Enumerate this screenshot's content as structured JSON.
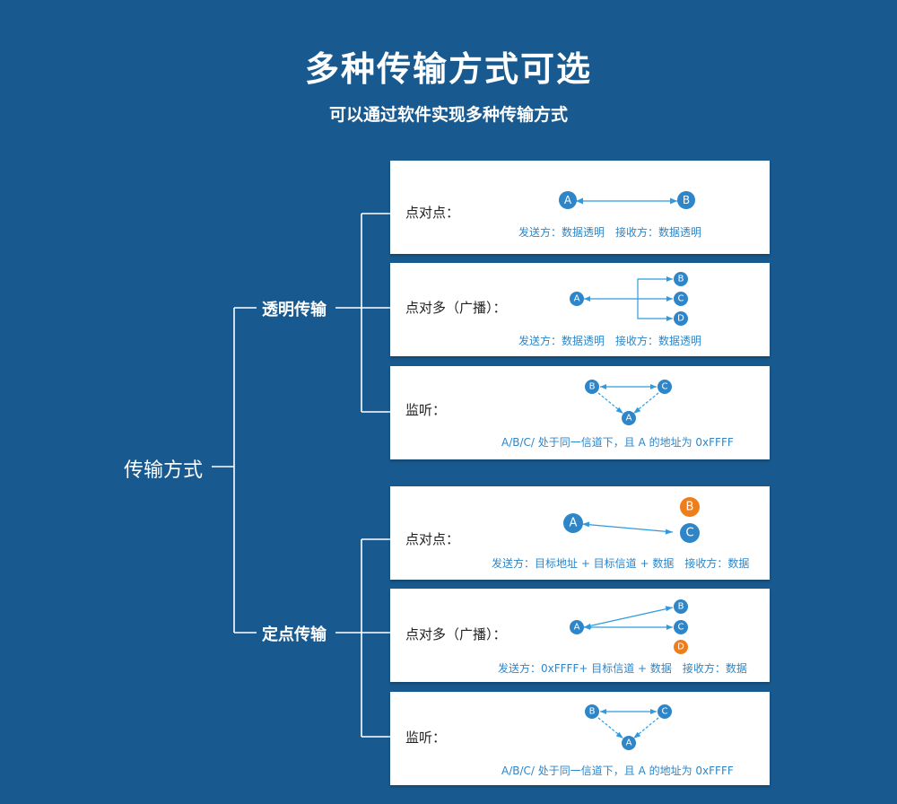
{
  "title": "多种传输方式可选",
  "subtitle": "可以通过软件实现多种传输方式",
  "root": "传输方式",
  "colors": {
    "background": "#185a8f",
    "node_blue": "#2e86c8",
    "node_orange": "#ee7d1b",
    "arrow": "#2e9be0",
    "caption": "#2e86c8"
  },
  "branches": [
    {
      "label": "透明传输",
      "cards": [
        {
          "label": "点对点：",
          "caption_sender": "发送方：数据透明",
          "caption_receiver": "接收方：数据透明",
          "nodes": [
            "A",
            "B"
          ]
        },
        {
          "label": "点对多（广播）：",
          "caption_sender": "发送方：数据透明",
          "caption_receiver": "接收方：数据透明",
          "nodes": [
            "A",
            "B",
            "C",
            "D"
          ]
        },
        {
          "label": "监听：",
          "caption": "A/B/C/ 处于同一信道下，且 A 的地址为 0xFFFF",
          "nodes": [
            "B",
            "C",
            "A"
          ]
        }
      ]
    },
    {
      "label": "定点传输",
      "cards": [
        {
          "label": "点对点：",
          "caption_sender": "发送方：目标地址 + 目标信道 + 数据",
          "caption_receiver": "接收方：数据",
          "nodes": [
            "A",
            "B",
            "C"
          ]
        },
        {
          "label": "点对多（广播）：",
          "caption_sender": "发送方：0xFFFF+ 目标信道 + 数据",
          "caption_receiver": "接收方：数据",
          "nodes": [
            "A",
            "B",
            "C",
            "D"
          ]
        },
        {
          "label": "监听：",
          "caption": "A/B/C/ 处于同一信道下，且 A 的地址为 0xFFFF",
          "nodes": [
            "B",
            "C",
            "A"
          ]
        }
      ]
    }
  ]
}
